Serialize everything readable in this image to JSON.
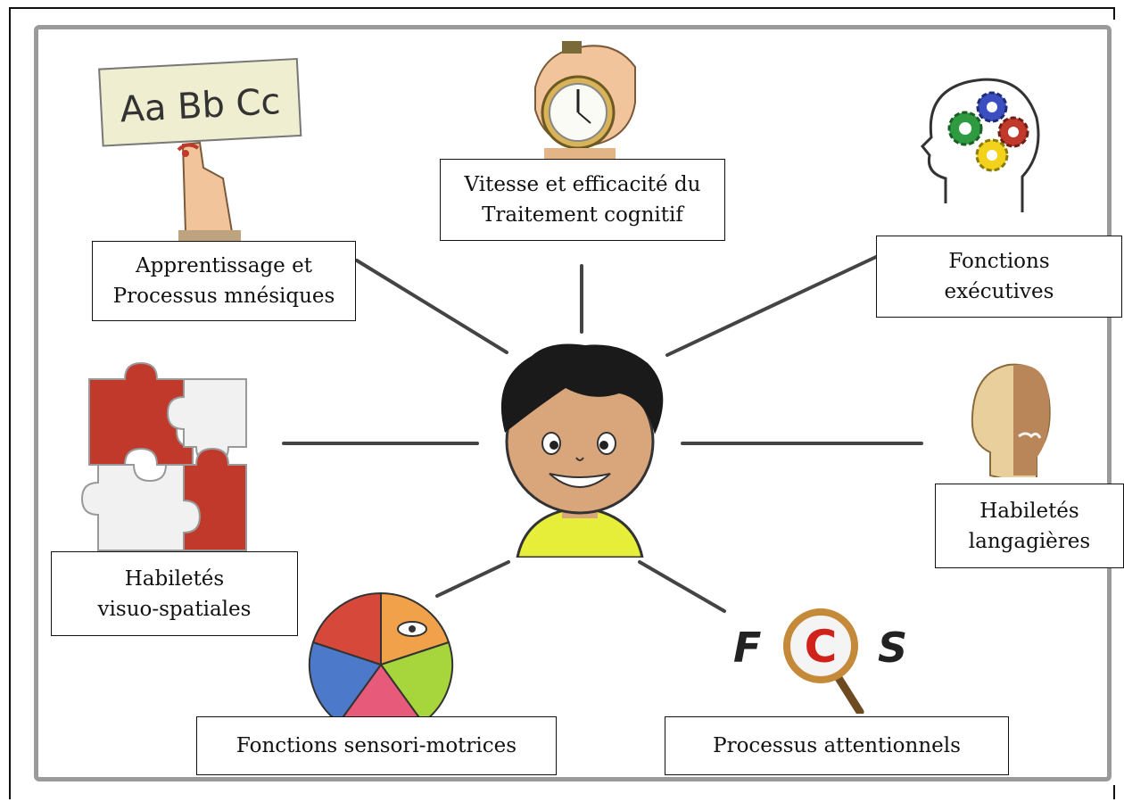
{
  "domains": [
    {
      "id": "memory",
      "lines": [
        "Apprentissage et",
        "Processus mnésiques"
      ]
    },
    {
      "id": "speed",
      "lines": [
        "Vitesse et efficacité du",
        "Traitement cognitif"
      ]
    },
    {
      "id": "executive",
      "lines": [
        "Fonctions",
        "exécutives"
      ]
    },
    {
      "id": "visuo",
      "lines": [
        "Habiletés",
        "visuo-spatiales"
      ]
    },
    {
      "id": "language",
      "lines": [
        "Habiletés",
        "langagières"
      ]
    },
    {
      "id": "sensori",
      "lines": [
        "Fonctions sensori-motrices"
      ]
    },
    {
      "id": "attention",
      "lines": [
        "Processus attentionnels"
      ]
    }
  ],
  "illustrations": {
    "alphabet_card_text": "Aa Bb Cc",
    "focus_text_left": "F",
    "focus_text_center": "C",
    "focus_text_right": "S"
  },
  "colors": {
    "puzzle_red": "#c0392b",
    "shirt_yellow": "#e6ee3a",
    "skin": "#d9a57a",
    "hair": "#1a1a1a"
  }
}
